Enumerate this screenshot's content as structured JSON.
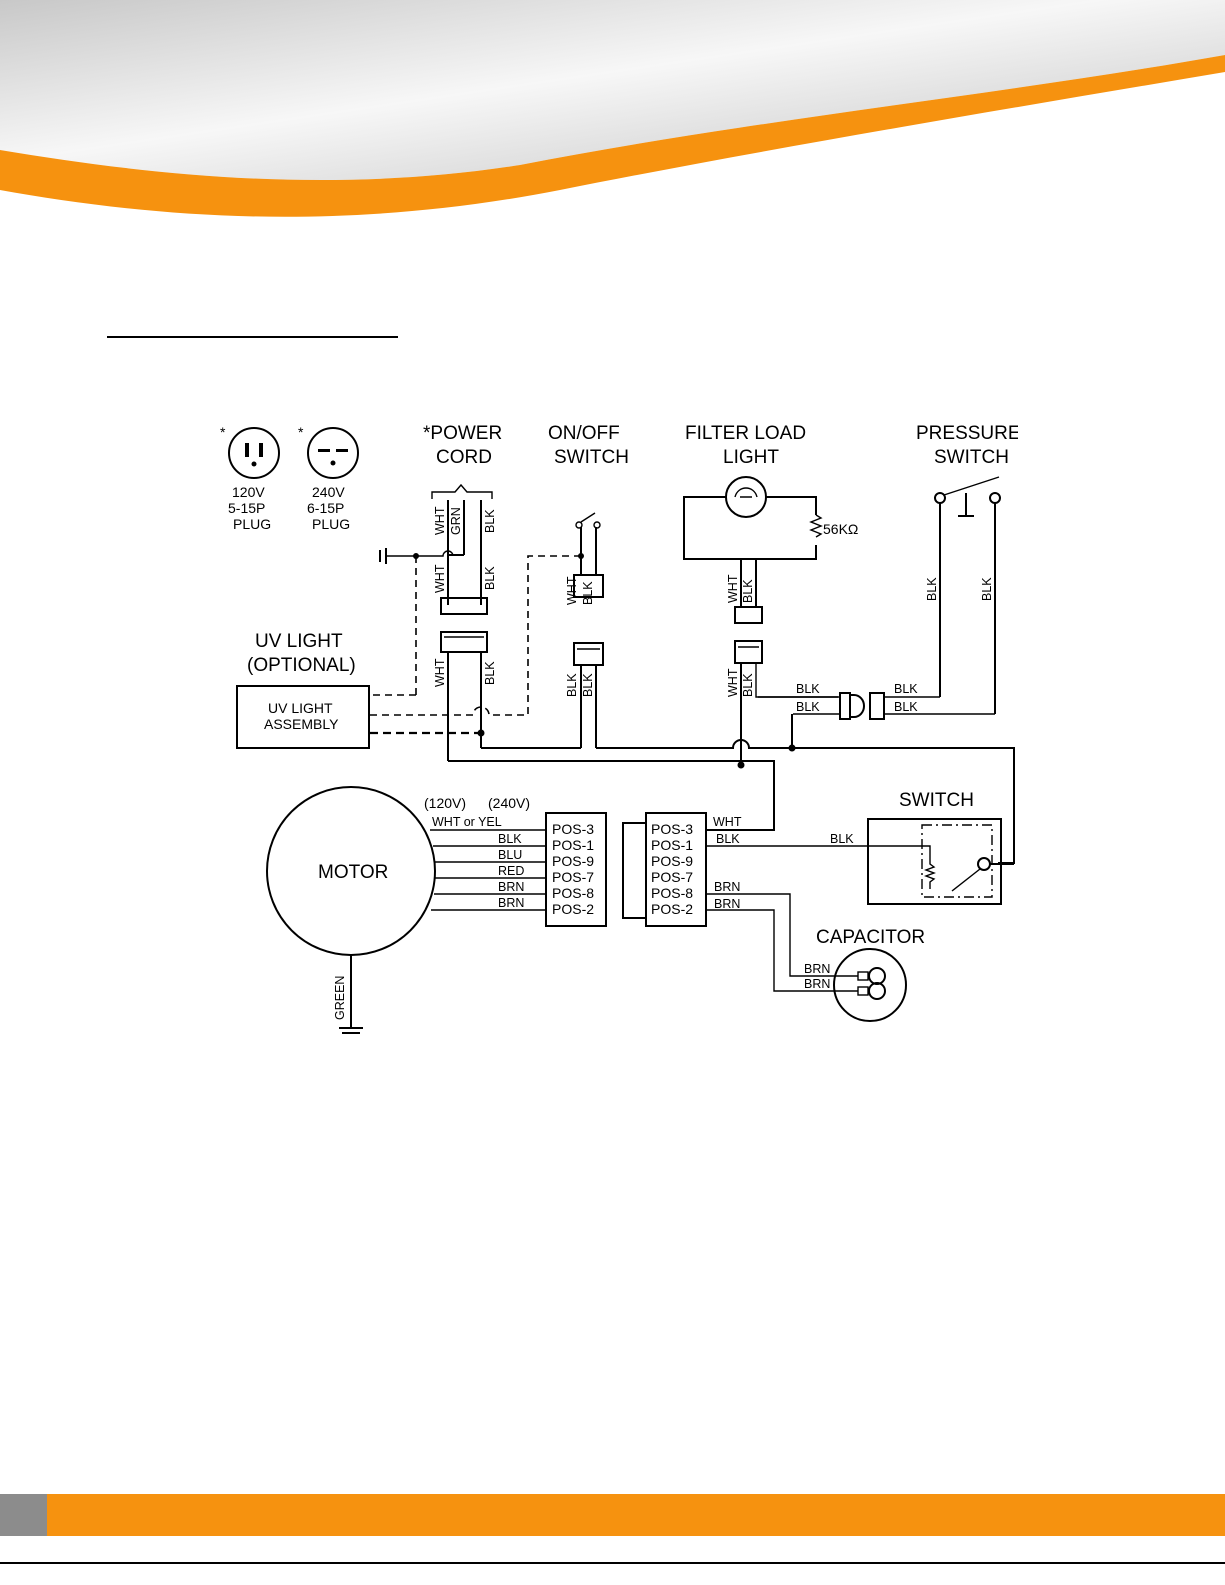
{
  "colors": {
    "accent": "#f6920f",
    "banner_gray": "#d9d9d9",
    "footer_tab": "#8c8c8c"
  },
  "plugs": {
    "plug_120": {
      "star": "*",
      "lines": [
        "120V",
        "5-15P",
        "PLUG"
      ]
    },
    "plug_240": {
      "star": "*",
      "lines": [
        "240V",
        "6-15P",
        "PLUG"
      ]
    }
  },
  "components": {
    "power_cord": [
      "*POWER",
      "CORD"
    ],
    "on_off_switch": [
      "ON/OFF",
      "SWITCH"
    ],
    "filter_load_light": [
      "FILTER  LOAD",
      "LIGHT"
    ],
    "pressure_switch": [
      "PRESSURE",
      "SWITCH"
    ],
    "uv_light": [
      "UV  LIGHT",
      "(OPTIONAL)"
    ],
    "uv_light_assembly": [
      "UV  LIGHT",
      "ASSEMBLY"
    ],
    "motor": "MOTOR",
    "switch": "SWITCH",
    "capacitor": "CAPACITOR",
    "resistor": "56KΩ"
  },
  "wires": {
    "wht": "WHT",
    "grn": "GRN",
    "blk": "BLK",
    "blu": "BLU",
    "red": "RED",
    "brn": "BRN",
    "green": "GREEN",
    "wht_or_yel": "WHT  or  YEL",
    "v120": "(120V)",
    "v240": "(240V)"
  },
  "connector_positions": [
    "POS-3",
    "POS-1",
    "POS-9",
    "POS-7",
    "POS-8",
    "POS-2"
  ]
}
